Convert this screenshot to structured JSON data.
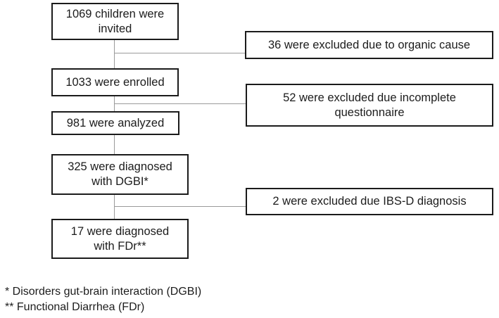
{
  "diagram": {
    "type": "study-flowchart",
    "boxes": {
      "invited": {
        "line1": "1069 children were",
        "line2": "invited"
      },
      "enrolled": {
        "line1": "1033 were enrolled"
      },
      "analyzed": {
        "line1": "981 were analyzed"
      },
      "dgbi": {
        "line1": "325 were diagnosed",
        "line2": "with DGBI*"
      },
      "fdr": {
        "line1": "17 were diagnosed",
        "line2": "with FDr**"
      },
      "excl_organic": {
        "line1": "36 were excluded due to organic cause"
      },
      "excl_questionnaire": {
        "line1": "52 were excluded due incomplete",
        "line2": "questionnaire"
      },
      "excl_ibsd": {
        "line1": "2 were excluded due IBS-D diagnosis"
      }
    },
    "flow_counts": {
      "invited": 1069,
      "excluded_organic_cause": 36,
      "enrolled": 1033,
      "excluded_incomplete_questionnaire": 52,
      "analyzed": 981,
      "diagnosed_dgbi": 325,
      "excluded_ibs_d_diagnosis": 2,
      "diagnosed_fdr": 17
    },
    "footnotes": {
      "dgbi": "* Disorders gut-brain interaction (DGBI)",
      "fdr": "** Functional Diarrhea (FDr)"
    },
    "colors": {
      "background": "#ffffff",
      "box_border": "#1b1b1b",
      "connector_line": "#9a9a9a",
      "text": "#1c1c1c"
    }
  }
}
